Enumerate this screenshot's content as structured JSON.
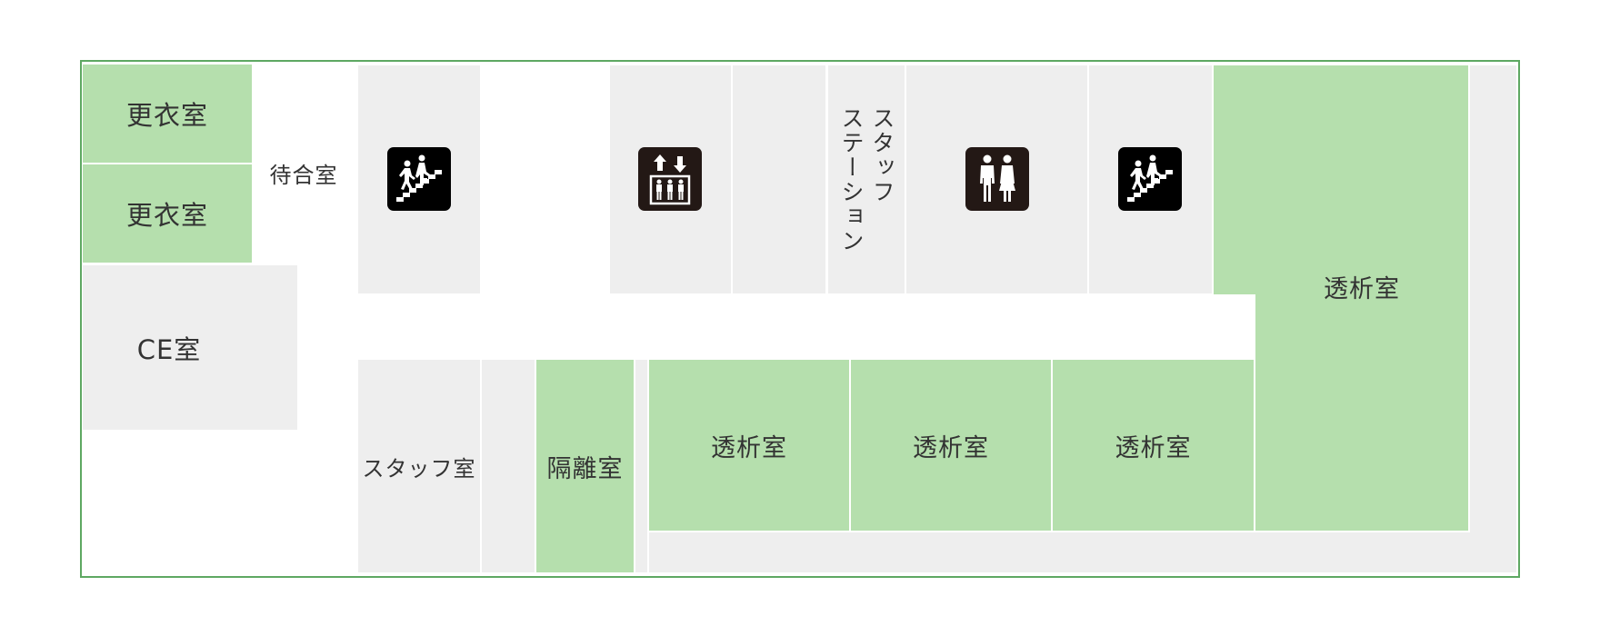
{
  "floor_map": {
    "border_color": "#5ea862",
    "colors": {
      "room_green": "#b5dfad",
      "room_gray": "#eeeeee",
      "text": "#333333",
      "icon_bg": "#000000"
    },
    "rooms": {
      "changing_room_1": "更衣室",
      "changing_room_2": "更衣室",
      "waiting_room": "待合室",
      "ce_room": "CE室",
      "staff_station_line1": "スタッフ",
      "staff_station_line2": "ステーション",
      "staff_room": "スタッフ室",
      "isolation_room": "隔離室",
      "dialysis_room_1": "透析室",
      "dialysis_room_2": "透析室",
      "dialysis_room_3": "透析室",
      "dialysis_room_large": "透析室"
    },
    "icons": {
      "stairs_left": "stairs-icon",
      "elevator": "elevator-icon",
      "restroom": "restroom-icon",
      "stairs_right": "stairs-icon"
    }
  }
}
